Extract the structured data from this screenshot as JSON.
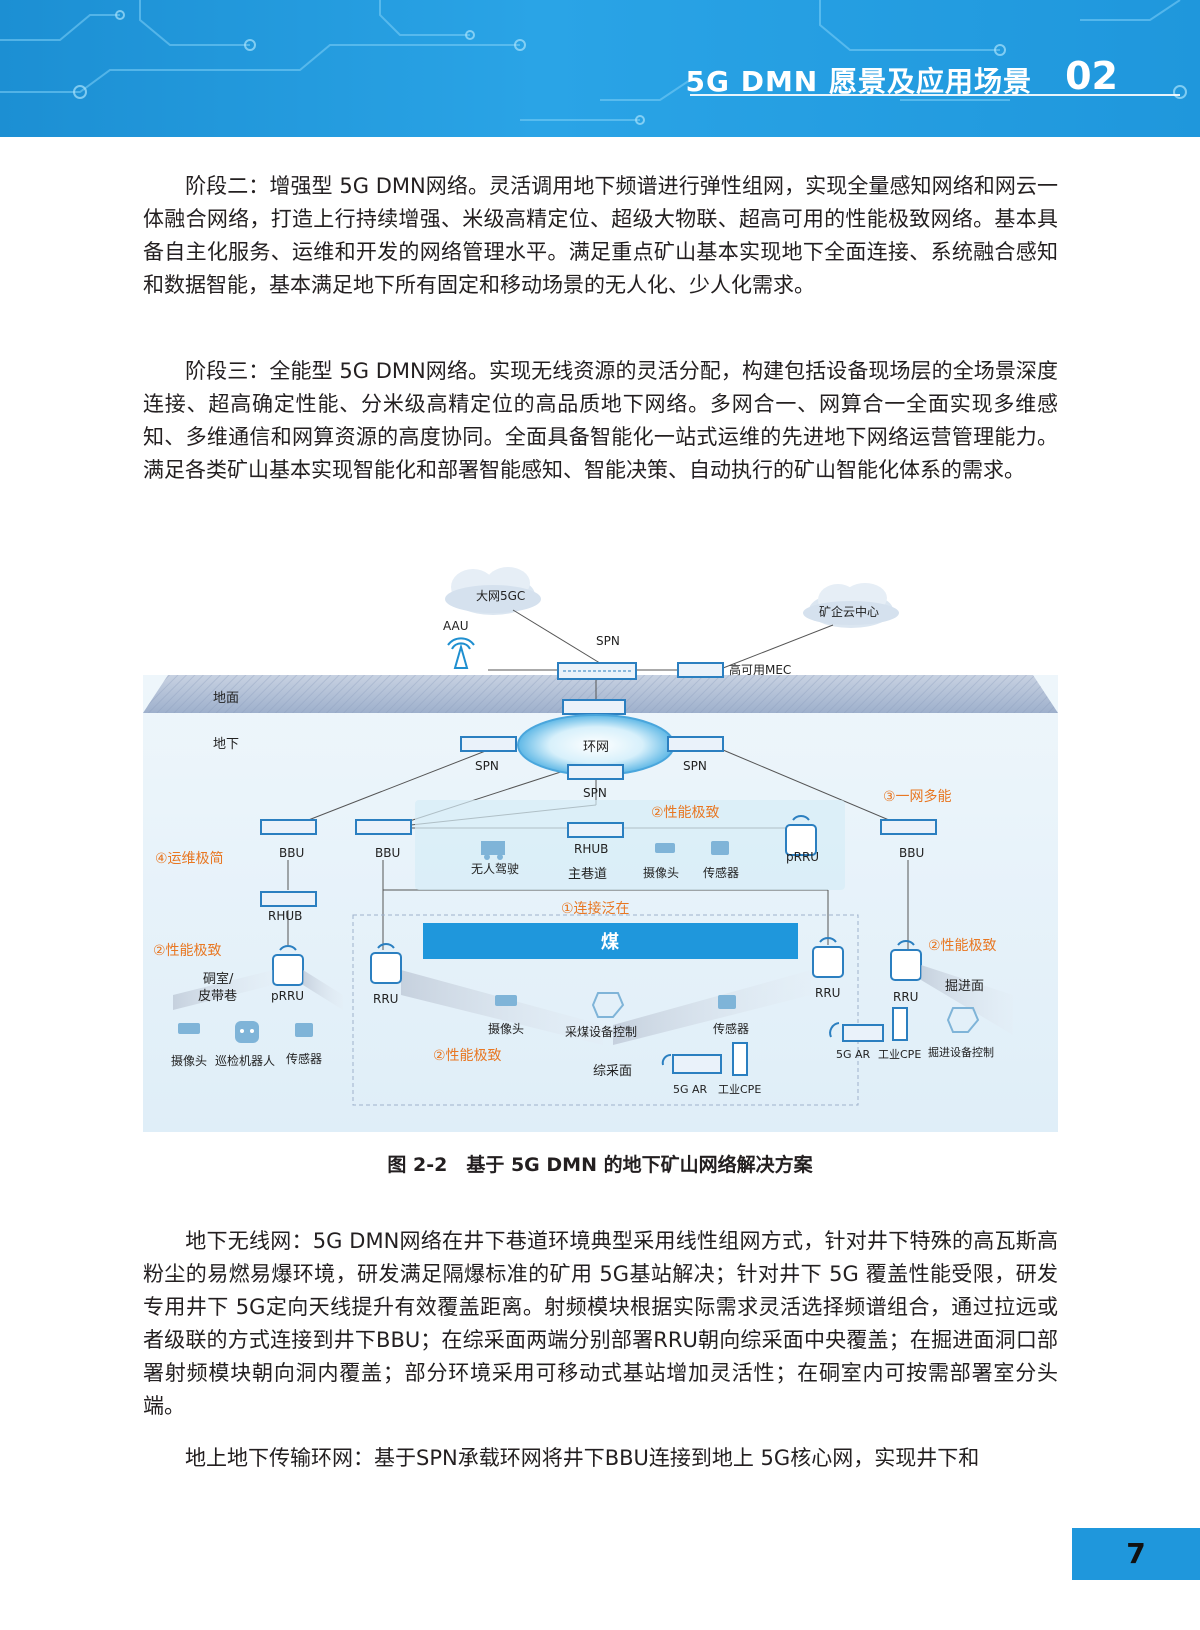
{
  "header": {
    "title": "5G DMN 愿景及应用场景",
    "chapter": "02"
  },
  "paragraphs": [
    "阶段二：增强型 5G DMN网络。灵活调用地下频谱进行弹性组网，实现全量感知网络和网云一体融合网络，打造上行持续增强、米级高精定位、超级大物联、超高可用的性能极致网络。基本具备自主化服务、运维和开发的网络管理水平。满足重点矿山基本实现地下全面连接、系统融合感知和数据智能，基本满足地下所有固定和移动场景的无人化、少人化需求。",
    "阶段三：全能型 5G DMN网络。实现无线资源的灵活分配，构建包括设备现场层的全场景深度连接、超高确定性能、分米级高精定位的高品质地下网络。多网合一、网算合一全面实现多维感知、多维通信和网算资源的高度协同。全面具备智能化一站式运维的先进地下网络运营管理能力。满足各类矿山基本实现智能化和部署智能感知、智能决策、自动执行的矿山智能化体系的需求。",
    "地下无线网：5G DMN网络在井下巷道环境典型采用线性组网方式，针对井下特殊的高瓦斯高粉尘的易燃易爆环境，研发满足隔爆标准的矿用 5G基站解决；针对井下 5G 覆盖性能受限，研发专用井下 5G定向天线提升有效覆盖距离。射频模块根据实际需求灵活选择频谱组合，通过拉远或者级联的方式连接到井下BBU；在综采面两端分别部署RRU朝向综采面中央覆盖；在掘进面洞口部署射频模块朝向洞内覆盖；部分环境采用可移动式基站增加灵活性；在硐室内可按需部署室分头端。",
    "地上地下传输环网：基于SPN承载环网将井下BBU连接到地上 5G核心网，实现井下和"
  ],
  "figure": {
    "caption": "图 2-2　基于 5G DMN 的地下矿山网络解决方案",
    "labels": {
      "cloud_5gc": "大网5GC",
      "cloud_mine": "矿企云中心",
      "aau": "AAU",
      "spn_top": "SPN",
      "mec": "高可用MEC",
      "ground": "地面",
      "underground": "地下",
      "ring": "环网",
      "spn_left": "SPN",
      "spn_mid": "SPN",
      "spn_right": "SPN",
      "bbu1": "BBU",
      "bbu2": "BBU",
      "bbu3": "BBU",
      "rhub_top": "RHUB",
      "rhub_left": "RHUB",
      "prru_top": "pRRU",
      "prru_left": "pRRU",
      "perf_top": "②性能极致",
      "perf_left": "②性能极致",
      "perf_bottom": "②性能极致",
      "perf_right": "②性能极致",
      "multi": "③一网多能",
      "ops": "④运维极简",
      "connect": "①连接泛在",
      "coal": "煤",
      "driverless": "无人驾驶",
      "main_tunnel": "主巷道",
      "camera_top": "摄像头",
      "sensor_top": "传感器",
      "chamber_1": "硐室/",
      "chamber_2": "皮带巷",
      "camera_left": "摄像头",
      "robot": "巡检机器人",
      "sensor_left": "传感器",
      "rru1": "RRU",
      "rru2": "RRU",
      "rru3": "RRU",
      "camera_face": "摄像头",
      "mining_ctrl": "采煤设备控制",
      "sensor_face": "传感器",
      "fully_mech": "综采面",
      "ar_bottom": "5G AR",
      "cpe_bottom": "工业CPE",
      "heading": "掘进面",
      "ar_right": "5G AR",
      "cpe_right": "工业CPE",
      "heading_ctrl": "掘进设备控制"
    }
  },
  "page_number": "7"
}
